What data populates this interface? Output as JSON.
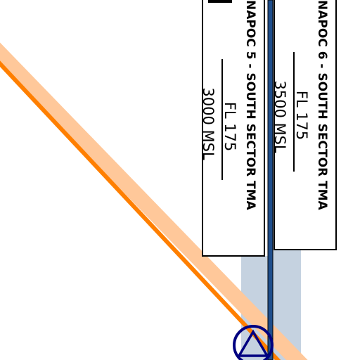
{
  "map": {
    "colors": {
      "background": "#ffffff",
      "route_core": "#ff7f00",
      "route_halo": "#ffc89a",
      "boundary_line": "#1f4e8c",
      "boundary_buffer": "#c5d2e0",
      "boundary_tint": "#e9eef4",
      "navaid": "#000080",
      "label_border": "#000000"
    },
    "sectors": [
      {
        "name": "NAPOC 5 - SOUTH SECTOR TMA",
        "upper_limit": "FL 175",
        "lower_limit": "3000 MSL"
      },
      {
        "name": "NAPOC 6 - SOUTH SECTOR TMA",
        "upper_limit": "FL 175",
        "lower_limit": "3500 MSL"
      }
    ],
    "navaid": {
      "icon": "triangle-in-circle-icon"
    }
  }
}
